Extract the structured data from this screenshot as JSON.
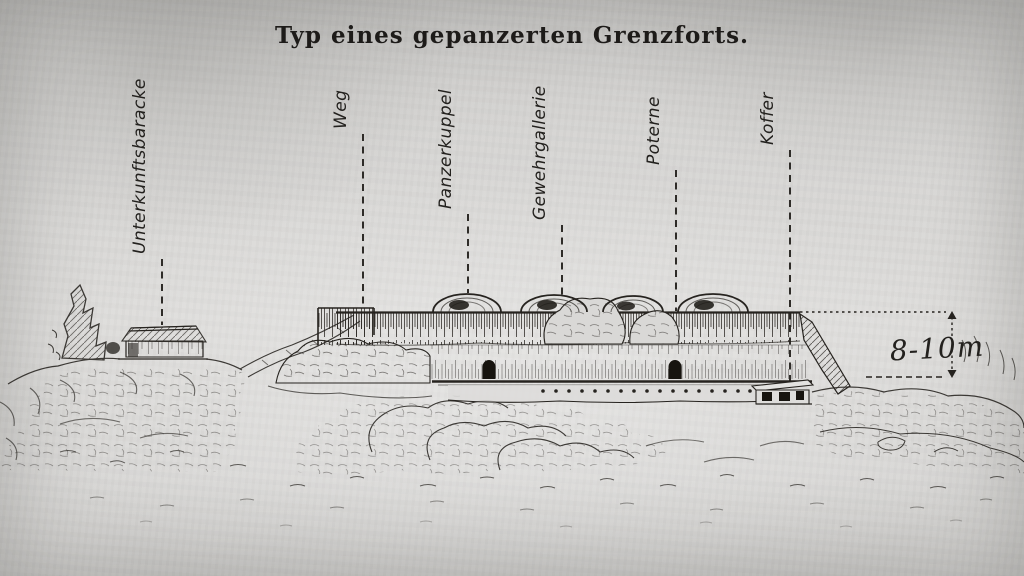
{
  "title": "Typ eines gepanzerten Grenzforts.",
  "labels": {
    "unterkunftsbaracke": "Unterkunftsbaracke",
    "weg": "Weg",
    "panzerkuppel": "Panzerkuppel",
    "gewehrgallerie": "Gewehrgallerie",
    "poterne": "Poterne",
    "koffer": "Koffer"
  },
  "measurement": {
    "height_label": "8-10m"
  },
  "colors": {
    "paper": "#d6d5d3",
    "ink": "#26231f"
  }
}
